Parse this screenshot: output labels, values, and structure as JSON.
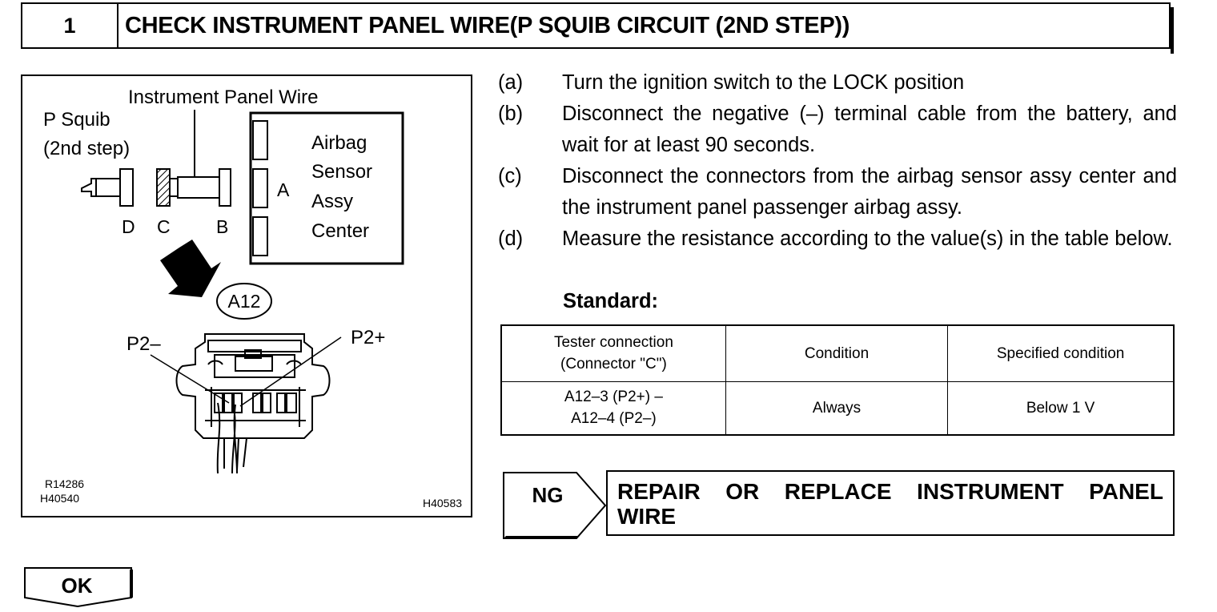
{
  "header": {
    "number": "1",
    "title": "CHECK INSTRUMENT PANEL WIRE(P SQUIB CIRCUIT (2ND STEP))"
  },
  "illustration": {
    "label_instrument_panel_wire": "Instrument Panel Wire",
    "label_p_squib_1": "P Squib",
    "label_p_squib_2": "(2nd step)",
    "label_airbag_1": "Airbag",
    "label_airbag_2": "Sensor",
    "label_airbag_3": "Assy",
    "label_airbag_4": "Center",
    "connector_a": "A",
    "connector_b": "B",
    "connector_c": "C",
    "connector_d": "D",
    "connector_id": "A12",
    "pin_p2_minus": "P2–",
    "pin_p2_plus": "P2+",
    "code_1": "R14286",
    "code_2": "H40540",
    "code_3": "H40583"
  },
  "steps": [
    {
      "label": "(a)",
      "text": "Turn the ignition switch to the LOCK position"
    },
    {
      "label": "(b)",
      "text": "Disconnect the negative (–) terminal cable from the battery, and wait for at least 90 seconds."
    },
    {
      "label": "(c)",
      "text": "Disconnect the connectors from the airbag sensor assy center and the instrument panel passenger airbag assy."
    },
    {
      "label": "(d)",
      "text": "Measure the resistance according to the value(s) in the table below."
    }
  ],
  "standard_label": "Standard:",
  "table": {
    "headers": [
      "Tester connection (Connector \"C\")",
      "Condition",
      "Specified condition"
    ],
    "header_line1": "Tester connection",
    "header_line2": "(Connector \"C\")",
    "rows": [
      {
        "connection_line1": "A12–3 (P2+) –",
        "connection_line2": "A12–4 (P2–)",
        "condition": "Always",
        "specified": "Below 1 V"
      }
    ]
  },
  "ng": {
    "label": "NG",
    "action_line1_words": [
      "REPAIR",
      "OR",
      "REPLACE",
      "INSTRUMENT",
      "PANEL"
    ],
    "action_line2": "WIRE"
  },
  "ok": {
    "label": "OK"
  }
}
